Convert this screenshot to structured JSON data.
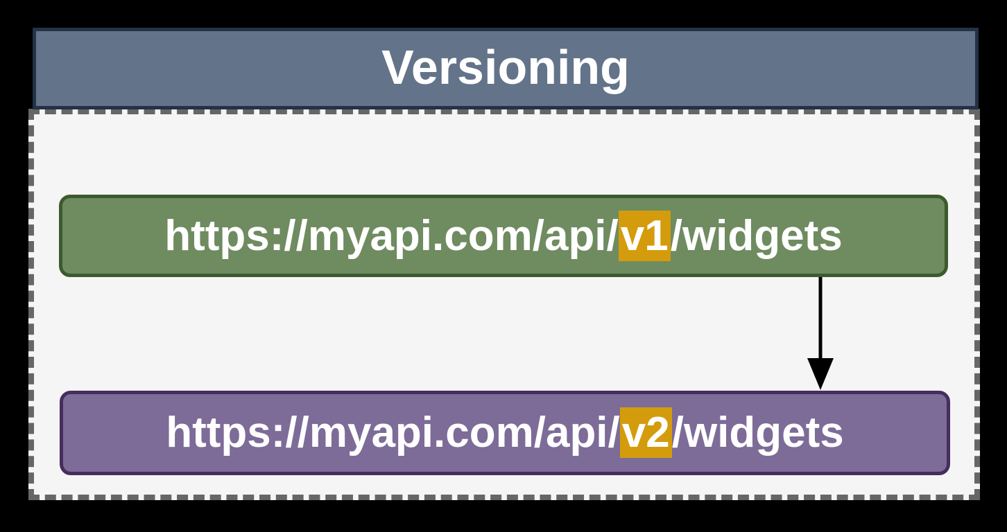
{
  "colors": {
    "page_bg": "#000000",
    "container_bg": "#f5f5f5",
    "container_border": "#666666",
    "header_bg": "#637389",
    "header_border": "#243246",
    "header_text": "#ffffff",
    "node_v1_fill": "#6f8b60",
    "node_v1_border": "#3d5a2e",
    "node_v2_fill": "#7d6b98",
    "node_v2_border": "#452d5e",
    "node_text": "#ffffff",
    "version_highlight_bg": "#d49c0c",
    "arrow_color": "#000000"
  },
  "diagram": {
    "title": "Versioning",
    "nodes": [
      {
        "url_prefix": "https://myapi.com/api/",
        "version": "v1",
        "url_suffix": "/widgets"
      },
      {
        "url_prefix": "https://myapi.com/api/",
        "version": "v2",
        "url_suffix": "/widgets"
      }
    ],
    "arrow": {
      "from": "v1",
      "to": "v2",
      "direction": "down"
    }
  }
}
